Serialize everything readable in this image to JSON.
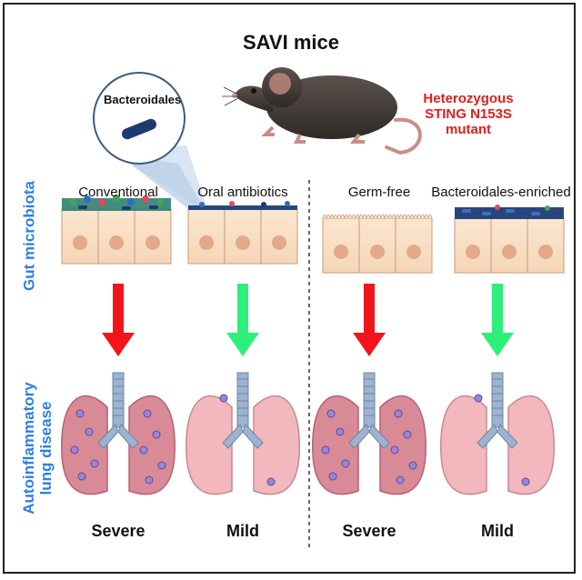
{
  "title": "SAVI mice",
  "mouse_label": [
    "Heterozygous",
    "STING N153S",
    "mutant"
  ],
  "bubble_label": "Bacteroidales",
  "side_labels": {
    "gut": "Gut microbiota",
    "lung_line1": "Autoinflammatory",
    "lung_line2": "lung disease"
  },
  "conditions": [
    {
      "label": "Conventional",
      "severity": "Severe",
      "arrow": "red"
    },
    {
      "label": "Oral antibiotics",
      "severity": "Mild",
      "arrow": "green"
    },
    {
      "label": "Germ-free",
      "severity": "Severe",
      "arrow": "red"
    },
    {
      "label": "Bacteroidales-enriched",
      "severity": "Mild",
      "arrow": "green"
    }
  ],
  "colors": {
    "red_arrow": "#f2141b",
    "green_arrow": "#2cf07a",
    "accent_blue": "#2f7fe0",
    "title_red": "#e11d1d"
  }
}
